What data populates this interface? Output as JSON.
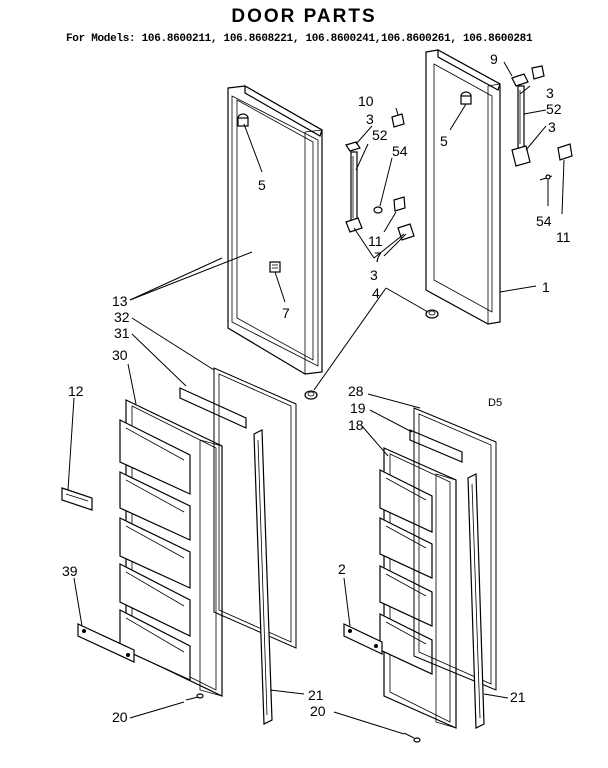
{
  "title": "DOOR PARTS",
  "subtitle": "For Models: 106.8600211, 106.8608221, 106.8600241,106.8600261, 106.8600281",
  "diagram_code": "D5",
  "callouts": {
    "c1": "1",
    "c2": "2",
    "c3a": "3",
    "c3b": "3",
    "c3c": "3",
    "c3d": "3",
    "c4": "4",
    "c5a": "5",
    "c5b": "5",
    "c7a": "7",
    "c7b": "7",
    "c9": "9",
    "c10": "10",
    "c11a": "11",
    "c11b": "11",
    "c12": "12",
    "c13": "13",
    "c18": "18",
    "c19": "19",
    "c20a": "20",
    "c20b": "20",
    "c21a": "21",
    "c21b": "21",
    "c28": "28",
    "c30": "30",
    "c31": "31",
    "c32": "32",
    "c39": "39",
    "c52a": "52",
    "c52b": "52",
    "c54a": "54",
    "c54b": "54"
  }
}
